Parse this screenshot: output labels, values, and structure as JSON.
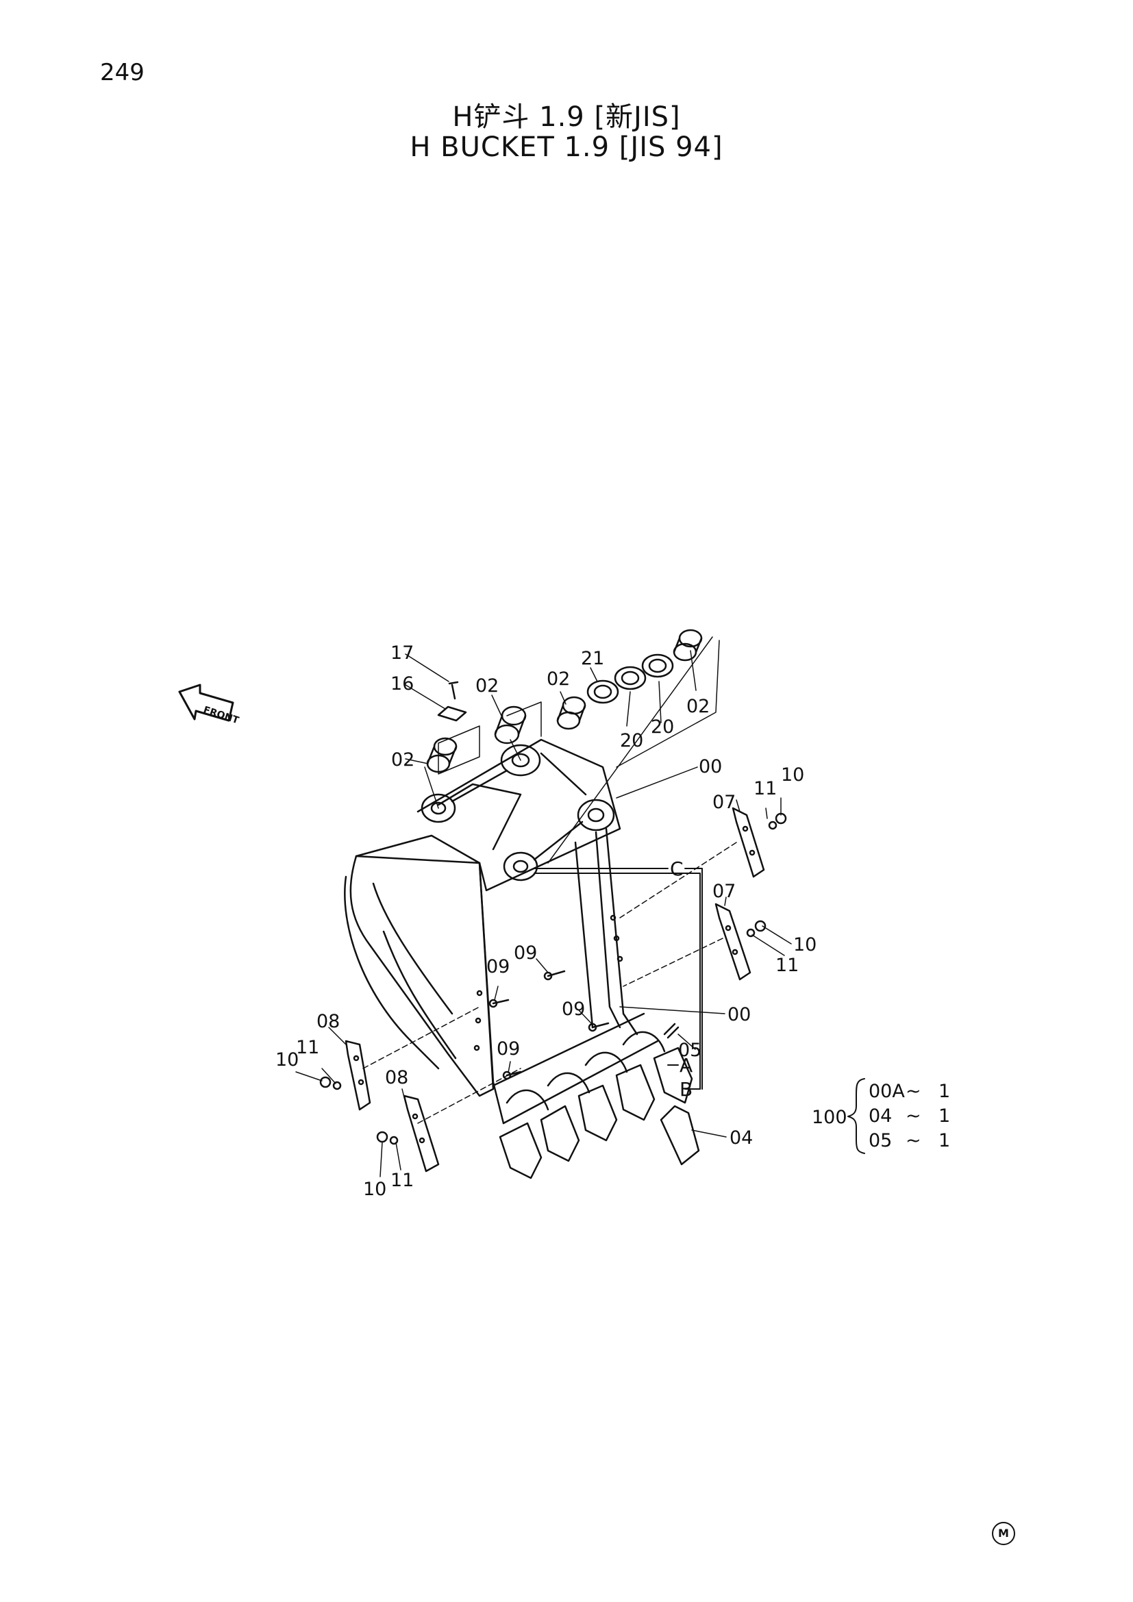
{
  "page_number": "249",
  "title_cn": "H铲斗 1.9 [新JIS]",
  "title_en": "H BUCKET 1.9 [JIS 94]",
  "front_label": "FRONT",
  "callouts": {
    "c17": "17",
    "c16": "16",
    "c02a": "02",
    "c02b": "02",
    "c21": "21",
    "c20a": "20",
    "c20b": "20",
    "c02c": "02",
    "c02d": "02",
    "c00a": "00",
    "c11a": "11",
    "c10a": "10",
    "c07a": "07",
    "c07b": "07",
    "c10b": "10",
    "c11b": "11",
    "c09a": "09",
    "c09b": "09",
    "c09c": "09",
    "c09d": "09",
    "c00b": "00",
    "c05": "05",
    "c08a": "08",
    "c11c": "11",
    "c10c": "10",
    "c08b": "08",
    "c04": "04",
    "c10d": "10",
    "c11d": "11"
  },
  "ref_letters": {
    "a": "A",
    "b": "B",
    "c": "C"
  },
  "kit": {
    "number": "100",
    "items": [
      {
        "part": "00A",
        "sep": "~",
        "qty": "1"
      },
      {
        "part": "04",
        "sep": "~",
        "qty": "1"
      },
      {
        "part": "05",
        "sep": "~",
        "qty": "1"
      }
    ]
  },
  "corner_mark": "M"
}
